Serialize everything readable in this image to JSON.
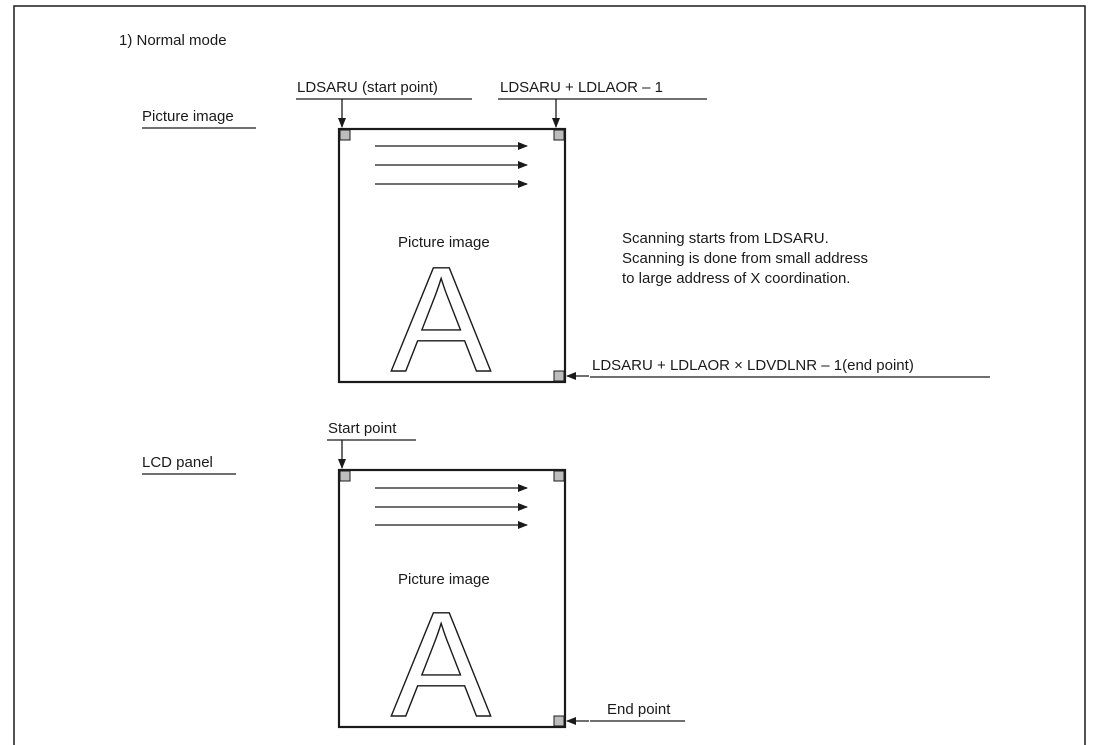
{
  "section_title": "1) Normal mode",
  "top_diagram": {
    "side_label": "Picture image",
    "start_label": "LDSARU (start point)",
    "top_right_label": "LDSARU + LDLAOR – 1",
    "inner_label": "Picture image",
    "inner_letter": "A",
    "end_label": "LDSARU + LDLAOR × LDVDLNR – 1(end point)",
    "note_lines": [
      "Scanning starts from LDSARU.",
      "Scanning is done from small address",
      "to large address of X coordination."
    ]
  },
  "bottom_diagram": {
    "side_label": "LCD panel",
    "start_label": "Start point",
    "inner_label": "Picture image",
    "inner_letter": "A",
    "end_label": "End point"
  },
  "colors": {
    "line": "#1a1a1a",
    "corner_fill": "#bdbdbd"
  }
}
